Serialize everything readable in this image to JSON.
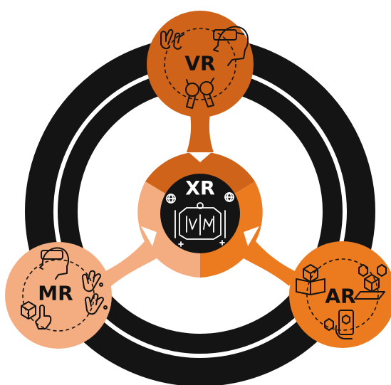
{
  "nodes": {
    "center": {
      "label": "XR"
    },
    "vr": {
      "label": "VR"
    },
    "mr": {
      "label": "MR"
    },
    "ar": {
      "label": "AR"
    }
  },
  "colors": {
    "ring": "#141414",
    "vr": "#cf6319",
    "mr": "#f3ad80",
    "ar": "#ec7a1f",
    "center": "#141414"
  },
  "icons": {
    "vr": [
      "hands-gesture-icon",
      "vr-headset-user-icon",
      "vr-controllers-icon"
    ],
    "mr": [
      "headset-user-icon",
      "hand-gestures-icon",
      "cube-touch-icon"
    ],
    "ar": [
      "book-cube-icon",
      "projected-cube-icon",
      "phone-ar-icon",
      "small-cubes-icon"
    ],
    "xr": [
      "immersive-screens-icon",
      "globe-icon"
    ]
  }
}
